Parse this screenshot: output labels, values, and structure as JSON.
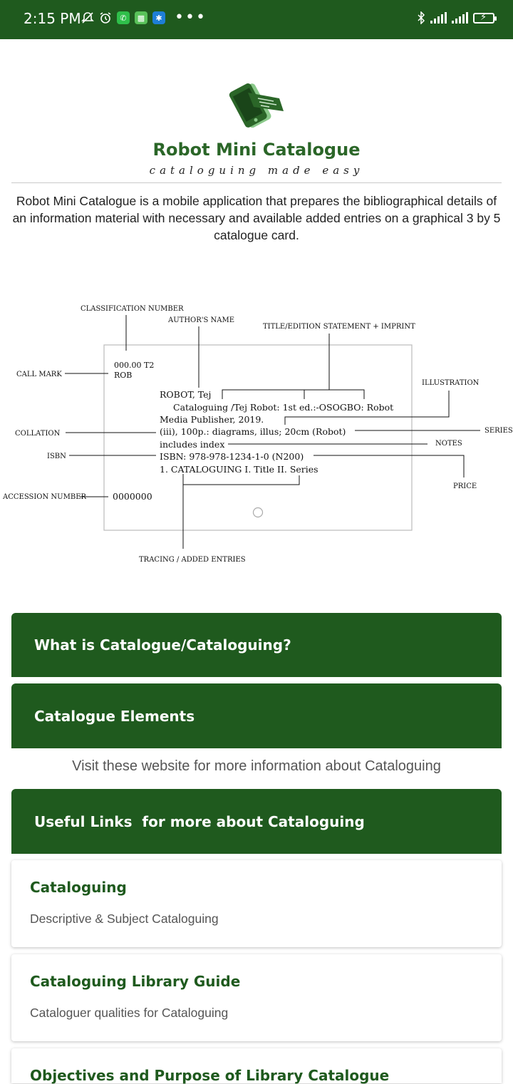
{
  "status_bar": {
    "time": "2:15 PM",
    "left_icons": [
      "notifications-off-icon",
      "alarm-icon",
      "whatsapp-icon",
      "android-icon",
      "bluetooth-app-icon"
    ],
    "overflow": "•••",
    "right_icons": [
      "bluetooth-icon",
      "signal-icon",
      "signal-icon",
      "battery-charging-icon"
    ]
  },
  "brand": {
    "title": "Robot Mini Catalogue",
    "tagline": "cataloguing made easy",
    "color": "#2b6628"
  },
  "intro": "Robot Mini Catalogue is a mobile application that prepares the bibliographical details of an information material with necessary and available added entries on a graphical 3 by 5 catalogue card.",
  "diagram": {
    "labels": {
      "classification_number": "CLASSIFICATION NUMBER",
      "authors_name": "AUTHOR'S NAME",
      "title_edition": "TITLE/EDITION STATEMENT + IMPRINT",
      "illustration": "ILLUSTRATION",
      "call_mark": "CALL MARK",
      "collation": "COLLATION",
      "series": "SERIES",
      "notes": "NOTES",
      "isbn": "ISBN",
      "price": "PRICE",
      "accession_number": "ACCESSION NUMBER",
      "tracing": "TRACING / ADDED ENTRIES"
    },
    "card": {
      "class_no": "000.00 T2",
      "call_mark": "ROB",
      "lines": [
        "ROBOT, Tej",
        "Cataloguing /Tej Robot: 1st ed.:-OSOGBO: Robot",
        "Media Publisher, 2019.",
        "(iii), 100p.: diagrams, illus; 20cm (Robot)",
        "includes index",
        "ISBN: 978-978-1234-1-0 (N200)",
        "1. CATALOGUING I. Title II. Series"
      ],
      "accession_no": "0000000"
    }
  },
  "sections": {
    "what_is": "What is Catalogue/Cataloguing?",
    "elements": "Catalogue Elements",
    "visit_text": "Visit these website for more information about Cataloguing",
    "useful_links": "Useful Links  for more about Cataloguing"
  },
  "links": [
    {
      "title": "Cataloguing",
      "subtitle": "Descriptive & Subject Cataloguing"
    },
    {
      "title": "Cataloguing Library Guide",
      "subtitle": "Cataloguer qualities for Cataloguing"
    },
    {
      "title": "Objectives and Purpose of Library Catalogue",
      "subtitle": ""
    }
  ],
  "colors": {
    "primary": "#1f5a1e",
    "link_title": "#1f5a1e"
  }
}
